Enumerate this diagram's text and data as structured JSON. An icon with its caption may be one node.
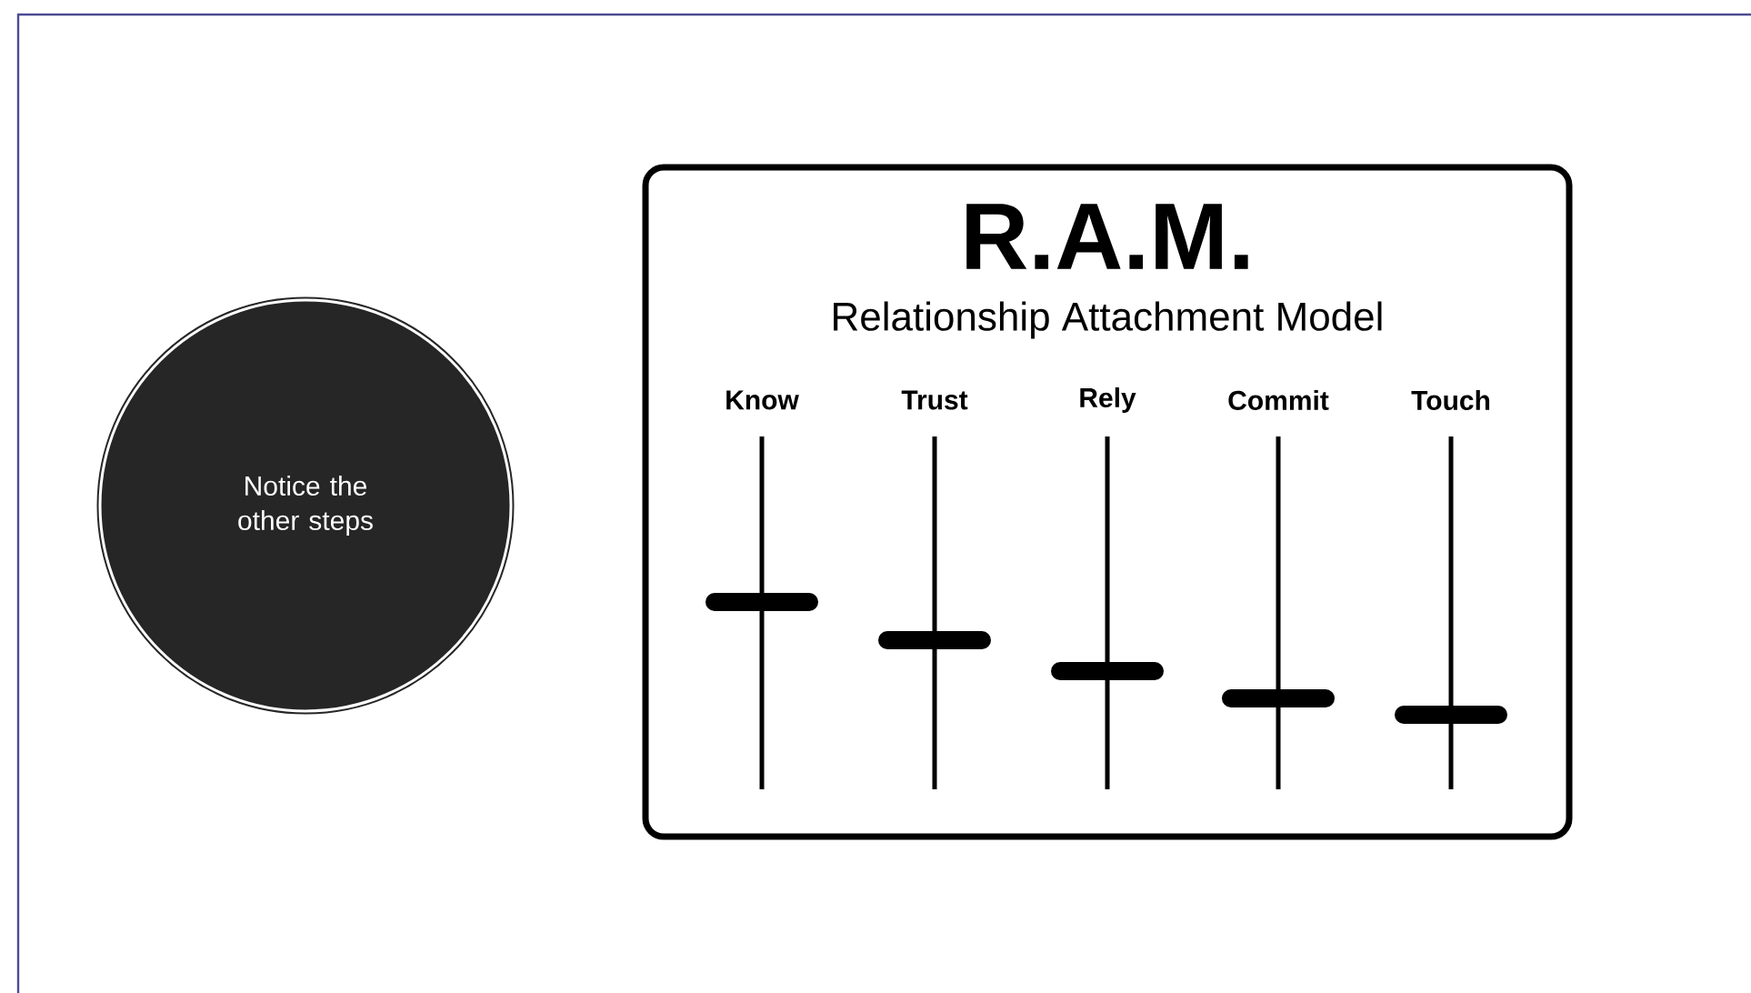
{
  "diagram": {
    "nodes": [
      {
        "text": [
          "Notice the other steps"
        ]
      },
      {
        "text": [
          "R.A.M.",
          "Relationship Attachment Model"
        ]
      }
    ],
    "labels": [
      "Know",
      "Trust",
      "Rely",
      "Commit",
      "Touch"
    ]
  }
}
